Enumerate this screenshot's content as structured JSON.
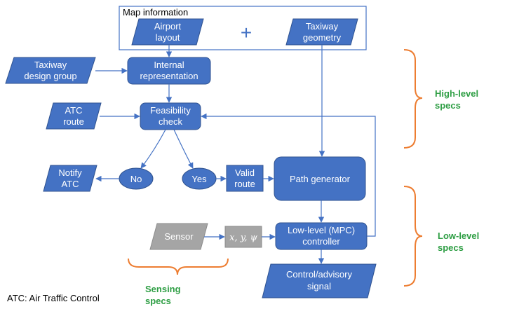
{
  "map_info": {
    "title": "Map information",
    "plus": "+"
  },
  "nodes": {
    "airport_layout": [
      "Airport",
      "layout"
    ],
    "taxiway_geometry": [
      "Taxiway",
      "geometry"
    ],
    "taxiway_design_group": [
      "Taxiway",
      "design group"
    ],
    "internal_representation": [
      "Internal",
      "representation"
    ],
    "atc_route": [
      "ATC",
      "route"
    ],
    "feasibility_check": [
      "Feasibility",
      "check"
    ],
    "notify_atc": [
      "Notify",
      "ATC"
    ],
    "no": "No",
    "yes": "Yes",
    "valid_route": [
      "Valid",
      "route"
    ],
    "path_generator": "Path generator",
    "sensor": "Sensor",
    "state": "x, y, ψ",
    "low_level_controller": [
      "Low-level (MPC)",
      "controller"
    ],
    "control_signal": [
      "Control/advisory",
      "signal"
    ]
  },
  "specs": {
    "high_level": [
      "High-level",
      "specs"
    ],
    "low_level": [
      "Low-level",
      "specs"
    ],
    "sensing": [
      "Sensing",
      "specs"
    ]
  },
  "footnote": "ATC: Air Traffic Control",
  "colors": {
    "box_fill": "#4472c4",
    "box_stroke": "#2f528f",
    "grey_fill": "#a5a5a5",
    "arrow": "#4472c4",
    "brace": "#ed7d31",
    "spec_text": "#2e9e44"
  }
}
